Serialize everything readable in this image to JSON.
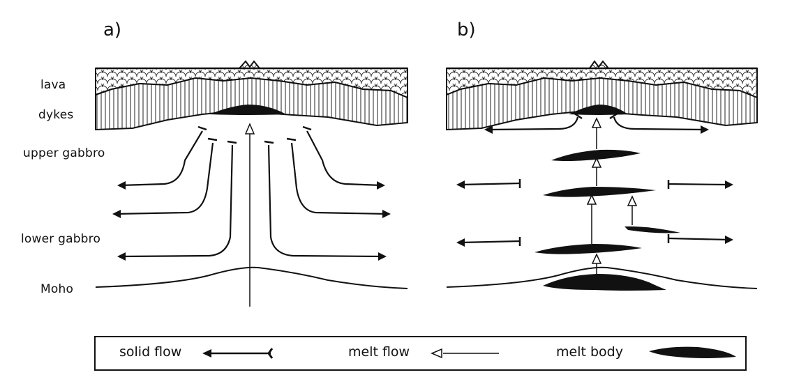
{
  "panels": {
    "a": "a)",
    "b": "b)"
  },
  "layers": {
    "lava": "lava",
    "dykes": "dykes",
    "upper_gabbro": "upper gabbro",
    "lower_gabbro": "lower gabbro",
    "moho": "Moho"
  },
  "legend": {
    "solid_flow": "solid flow",
    "melt_flow": "melt flow",
    "melt_body": "melt body"
  }
}
